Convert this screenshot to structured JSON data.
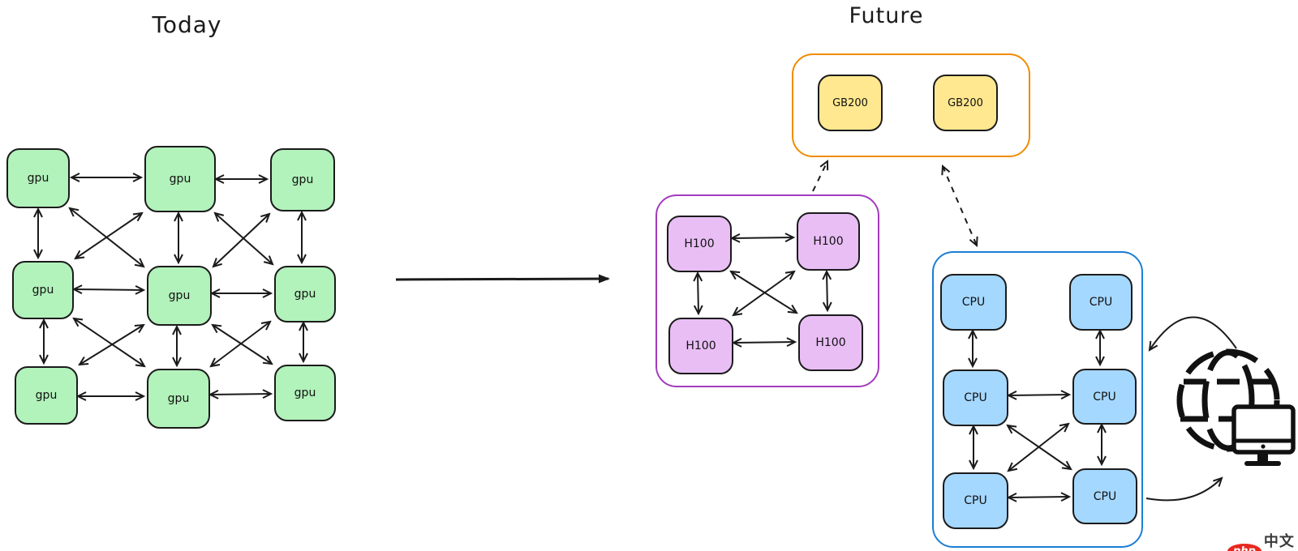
{
  "titles": {
    "today": "Today",
    "future": "Future"
  },
  "today_cluster": {
    "node_label": "gpu",
    "node_count": 9,
    "topology": "3x3 mesh, all-to-all neighbor double arrows"
  },
  "future": {
    "gb200_cluster": {
      "node_label": "GB200",
      "node_count": 2
    },
    "h100_cluster": {
      "node_label": "H100",
      "node_count": 4,
      "topology": "fully connected double arrows"
    },
    "cpu_cluster": {
      "node_label": "CPU",
      "node_count": 6,
      "topology": "2x3 grid with vertical, horizontal and cross double arrows"
    }
  },
  "icons": {
    "globe": "globe-icon",
    "monitor": "monitor-icon"
  },
  "watermark": {
    "badge": "php",
    "text": "中文网"
  },
  "colors": {
    "gpu_fill": "#b2f2bb",
    "gb200_fill": "#ffe88f",
    "h100_fill": "#e9bef5",
    "cpu_fill": "#a5d8ff",
    "orange_border": "#f08c00",
    "purple_border": "#a33bbd",
    "blue_border": "#1c7ed6",
    "ink": "#1a1a1a",
    "watermark_red": "#e8281e"
  }
}
